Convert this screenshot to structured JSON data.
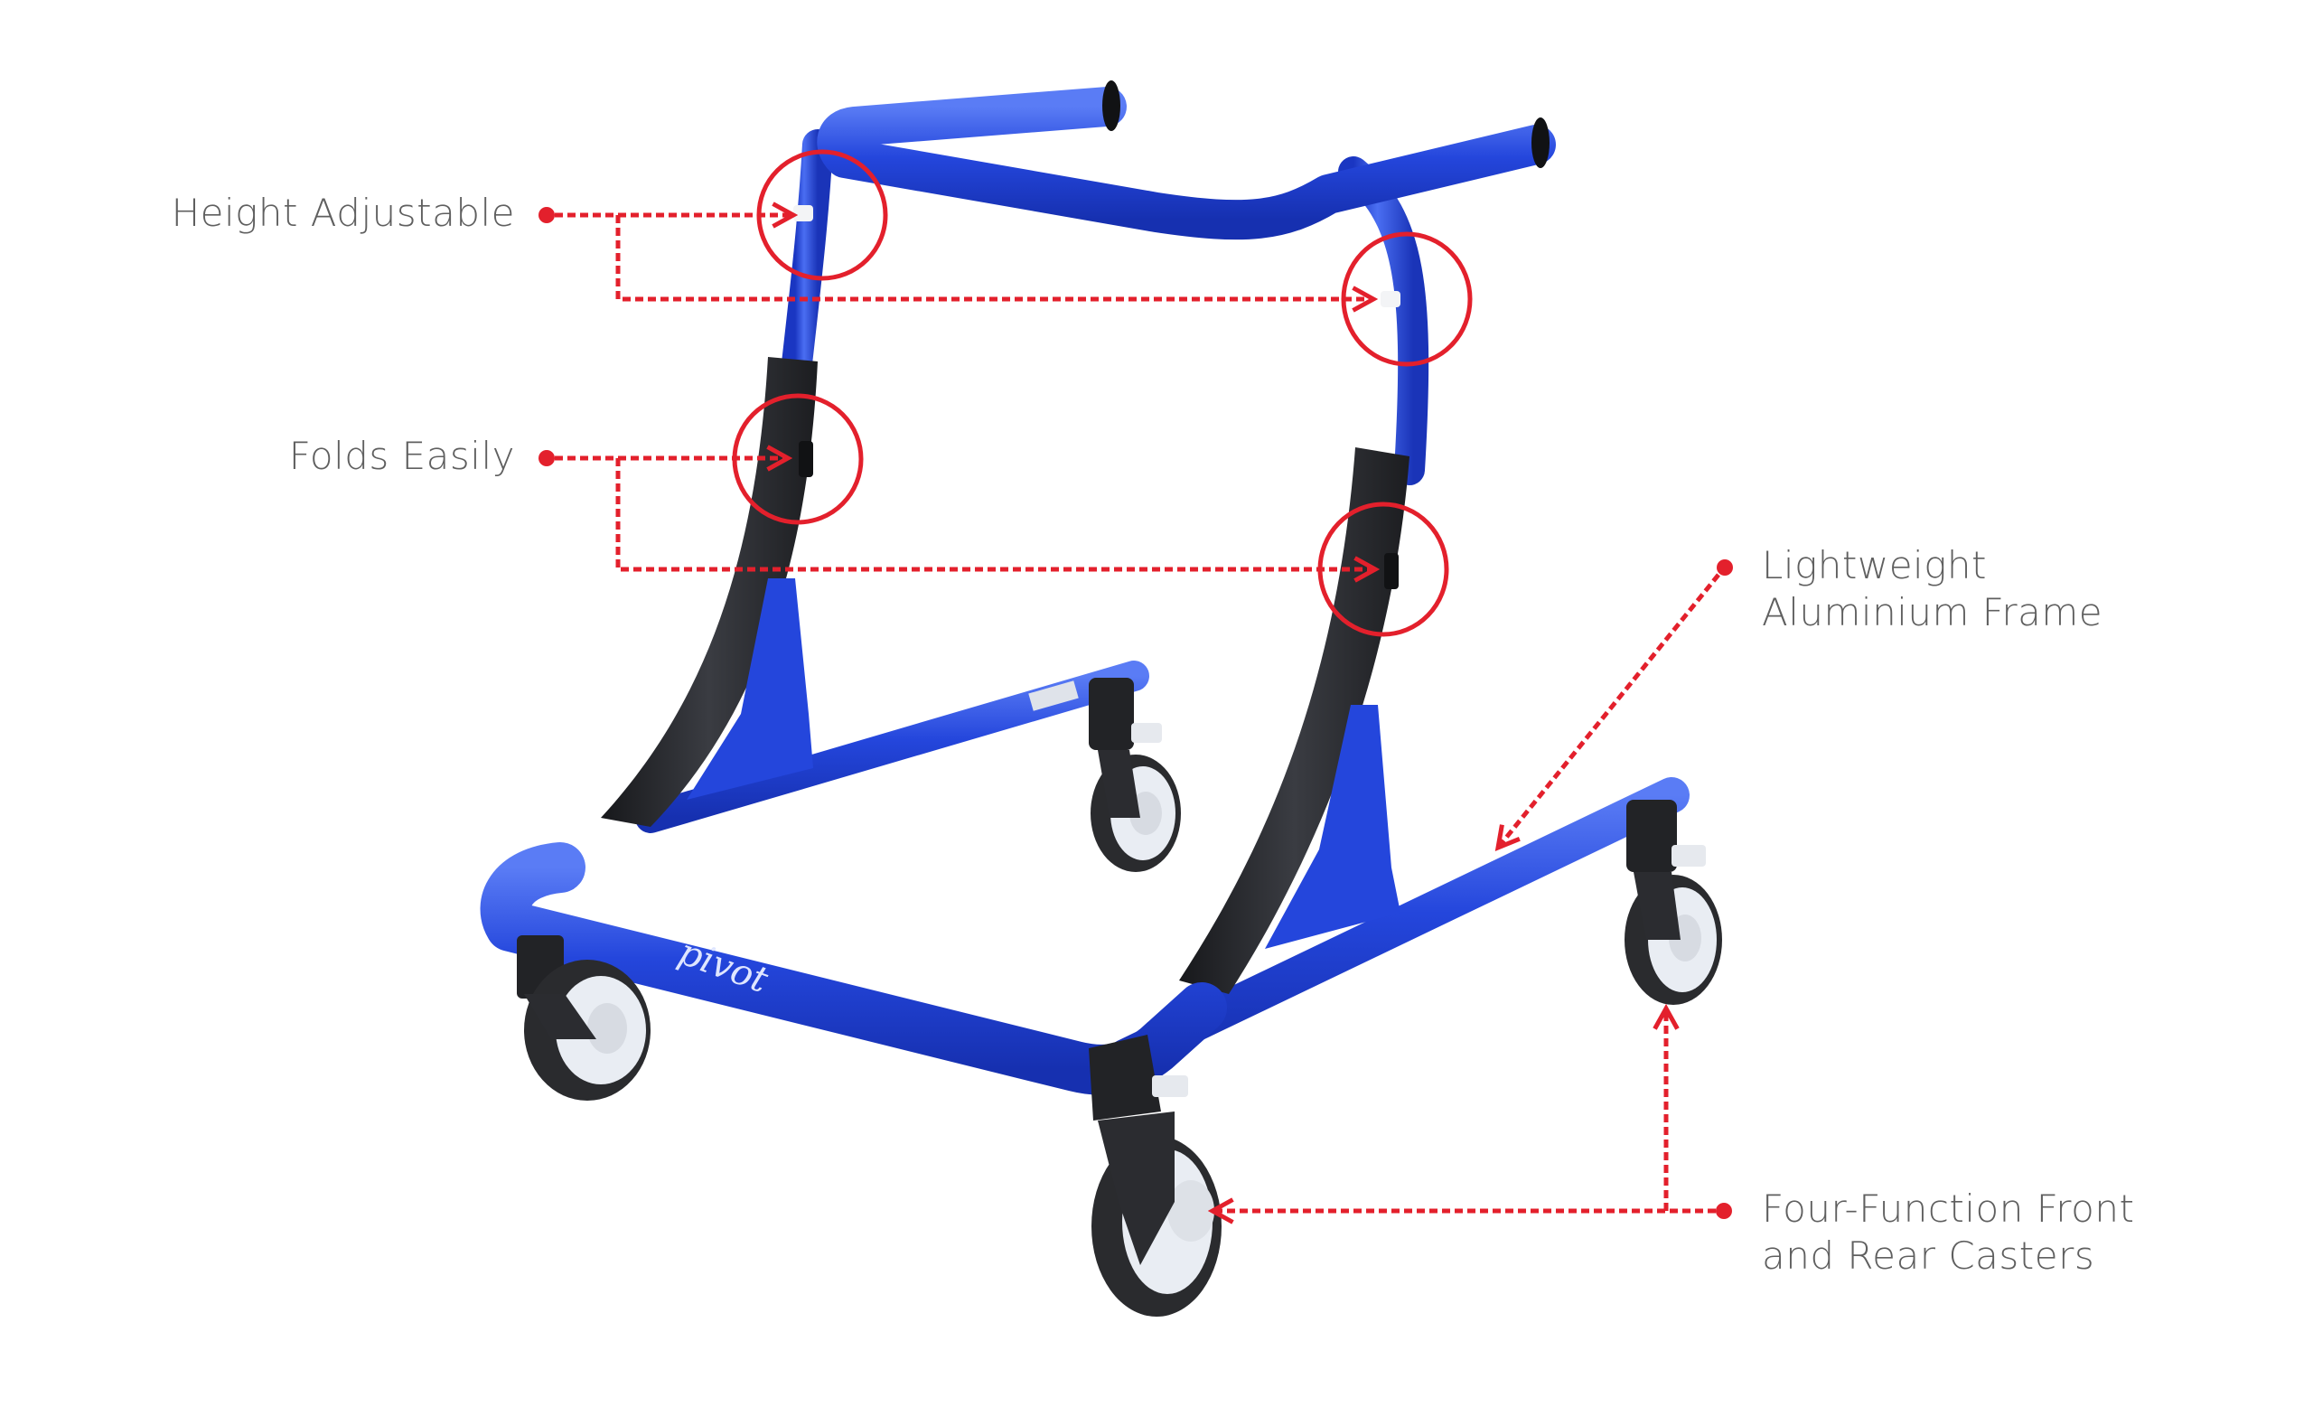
{
  "figure": {
    "type": "product-feature-callout",
    "product": "pivot walker",
    "brand_mark": "pivot",
    "colors": {
      "frame_blue": "#1f3fd6",
      "frame_blue_light": "#4f72f0",
      "frame_blue_dark": "#1428a8",
      "grip_black": "#26282c",
      "wheel_tread": "#2c2d30",
      "wheel_hub": "#e8ecf2",
      "callout_red": "#e3202c",
      "label_gray": "#5f5f5f",
      "background": "#ffffff"
    }
  },
  "callouts": [
    {
      "id": "height-adjustable",
      "lines": [
        "Height Adjustable"
      ],
      "targets": 2,
      "side": "left"
    },
    {
      "id": "folds-easily",
      "lines": [
        "Folds Easily"
      ],
      "targets": 2,
      "side": "left"
    },
    {
      "id": "lightweight-frame",
      "lines": [
        "Lightweight",
        "Aluminium Frame"
      ],
      "targets": 1,
      "side": "right"
    },
    {
      "id": "casters",
      "lines": [
        "Four-Function Front",
        "and Rear Casters"
      ],
      "targets": 2,
      "side": "right"
    }
  ]
}
